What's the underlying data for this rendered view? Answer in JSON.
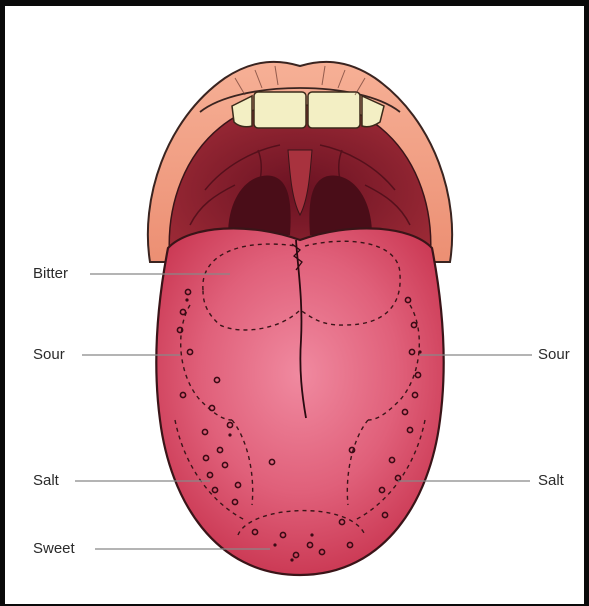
{
  "labels": {
    "left": [
      "Bitter",
      "Sour",
      "Salt",
      "Sweet"
    ],
    "right": [
      "Sour",
      "Salt"
    ]
  },
  "colors": {
    "lip": "#f4a58a",
    "lip_outline": "#3a2420",
    "mouth_interior": "#8a1f2c",
    "throat": "#4a0d18",
    "teeth": "#f3efc4",
    "tongue": "#d8435e",
    "tongue_light": "#f08aa0",
    "leader_line": "#888888"
  }
}
